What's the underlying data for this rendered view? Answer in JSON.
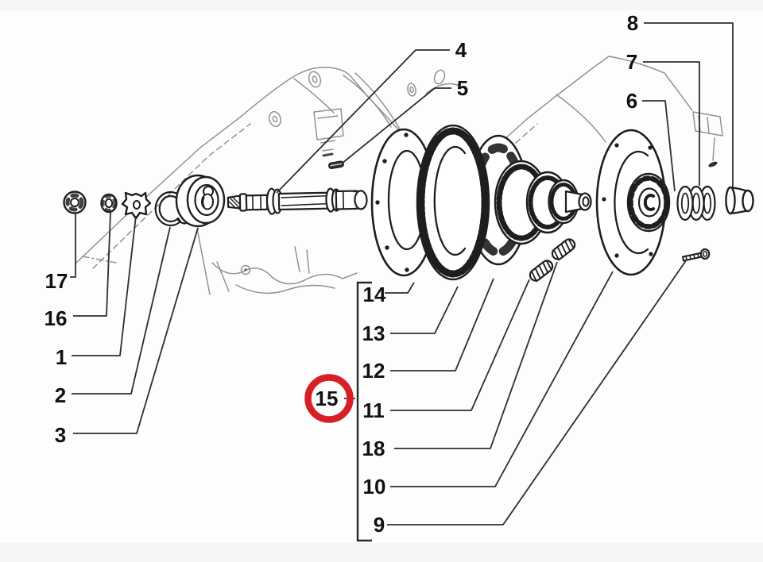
{
  "figure": {
    "type": "exploded-parts-diagram",
    "background_color": "#fdfdfd",
    "band_color": "#f5f5f5",
    "ink_color": "#1e1e1e",
    "leader_color": "#2e2e2e",
    "sketch_color": "#929292",
    "highlight_color": "#d81f26",
    "label_color": "#111111"
  },
  "callouts": [
    {
      "label": "1"
    },
    {
      "label": "2"
    },
    {
      "label": "3"
    },
    {
      "label": "4"
    },
    {
      "label": "5"
    },
    {
      "label": "6"
    },
    {
      "label": "7"
    },
    {
      "label": "8"
    },
    {
      "label": "9"
    },
    {
      "label": "10"
    },
    {
      "label": "11"
    },
    {
      "label": "12"
    },
    {
      "label": "13"
    },
    {
      "label": "14"
    },
    {
      "label": "15"
    },
    {
      "label": "16"
    },
    {
      "label": "17"
    },
    {
      "label": "18"
    }
  ],
  "highlight": {
    "label": "15",
    "shape": "red-circle"
  },
  "groups": {
    "left_column": [
      "17",
      "16",
      "1",
      "2",
      "3"
    ],
    "top_labels": [
      "4",
      "5"
    ],
    "top_right_column": [
      "8",
      "7",
      "6"
    ],
    "bracket_items": [
      "14",
      "13",
      "12",
      "11",
      "18",
      "10",
      "9"
    ]
  }
}
